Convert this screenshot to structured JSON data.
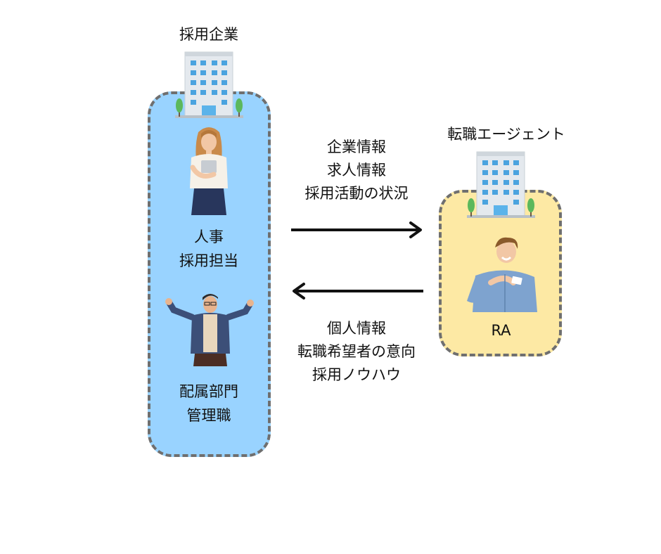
{
  "company": {
    "title": "採用企業",
    "hr_line1": "人事",
    "hr_line2": "採用担当",
    "manager_line1": "配属部門",
    "manager_line2": "管理職"
  },
  "agent": {
    "title": "転職エージェント",
    "ra_label": "RA"
  },
  "flow_to_agent": {
    "line1": "企業情報",
    "line2": "求人情報",
    "line3": "採用活動の状況"
  },
  "flow_to_company": {
    "line1": "個人情報",
    "line2": "転職希望者の意向",
    "line3": "採用ノウハウ"
  },
  "colors": {
    "company_panel": "#99d3ff",
    "agent_panel": "#fde9a4",
    "panel_border": "#6f6f6f",
    "arrow": "#111111"
  }
}
